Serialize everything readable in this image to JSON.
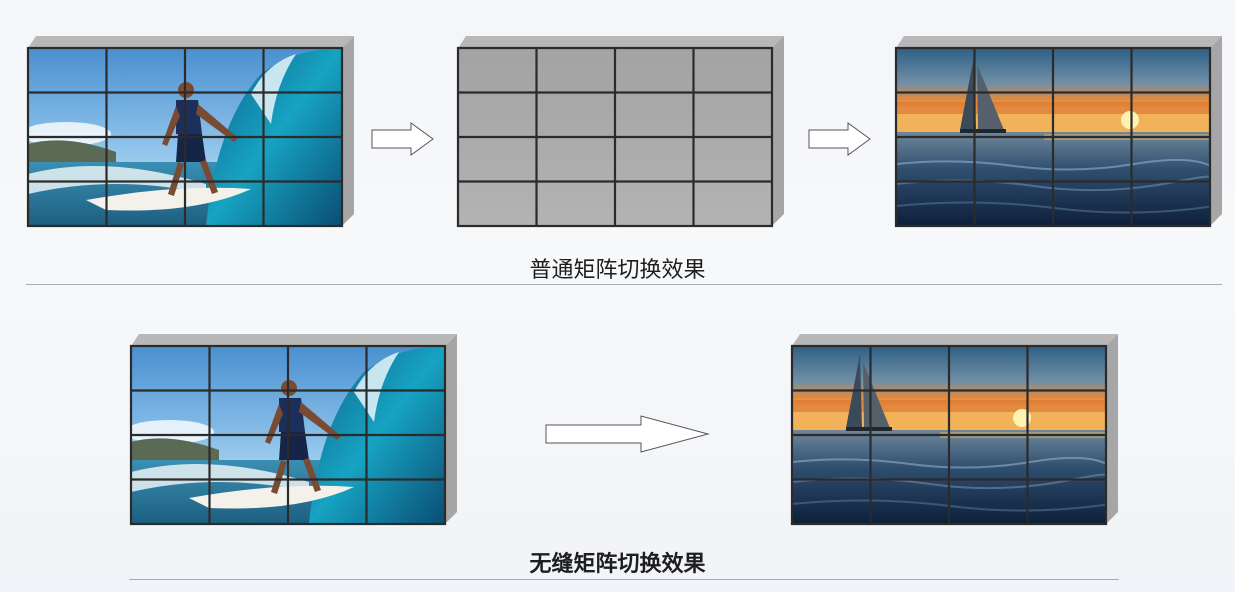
{
  "sections": [
    {
      "caption": "普通矩阵切换效果",
      "caption_weight": "normal"
    },
    {
      "caption": "无缝矩阵切换效果",
      "caption_weight": "bold"
    }
  ],
  "video_wall": {
    "rows": 4,
    "cols": 4
  },
  "scenes": {
    "surfer": "surfer riding a wave",
    "blank": "grey blank screens",
    "sailboat": "sailboat at sunset"
  },
  "colors": {
    "bezel": "#2b2b2b",
    "side_shade": "#a6a6a6",
    "top_shade": "#b8b8b8",
    "blank_panel": "#a9a9a9",
    "divider": "#a8abb0"
  }
}
